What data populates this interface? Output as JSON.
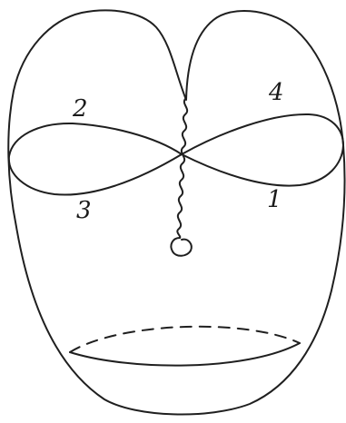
{
  "diagram": {
    "labels": {
      "one": "1",
      "two": "2",
      "three": "3",
      "four": "4"
    },
    "colors": {
      "ink": "#1f1f1f",
      "background": "#ffffff"
    }
  }
}
